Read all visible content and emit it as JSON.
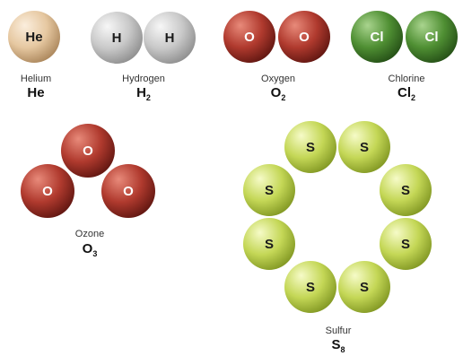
{
  "colors": {
    "helium": {
      "light": "#fbeedd",
      "mid": "#e6c8a1",
      "dark": "#a98459"
    },
    "hydrogen": {
      "light": "#f7f7f7",
      "mid": "#c9c9c9",
      "dark": "#8c8c8c"
    },
    "oxygen": {
      "light": "#e88a7a",
      "mid": "#b03a2e",
      "dark": "#5e1510"
    },
    "chlorine": {
      "light": "#a9d48e",
      "mid": "#4f8f33",
      "dark": "#234d15"
    },
    "sulfur": {
      "light": "#f6fbc8",
      "mid": "#c4d756",
      "dark": "#7f9521"
    },
    "label_on_dark": "#ffffff",
    "label_on_light": "#1a1a1a"
  },
  "molecules": [
    {
      "id": "helium",
      "name": "Helium",
      "formula": "He",
      "subscript": "",
      "atoms": [
        {
          "symbol": "He",
          "color": "helium"
        }
      ]
    },
    {
      "id": "hydrogen",
      "name": "Hydrogen",
      "formula": "H",
      "subscript": "2",
      "atoms": [
        {
          "symbol": "H",
          "color": "hydrogen"
        },
        {
          "symbol": "H",
          "color": "hydrogen"
        }
      ]
    },
    {
      "id": "oxygen",
      "name": "Oxygen",
      "formula": "O",
      "subscript": "2",
      "atoms": [
        {
          "symbol": "O",
          "color": "oxygen"
        },
        {
          "symbol": "O",
          "color": "oxygen"
        }
      ]
    },
    {
      "id": "chlorine",
      "name": "Chlorine",
      "formula": "Cl",
      "subscript": "2",
      "atoms": [
        {
          "symbol": "Cl",
          "color": "chlorine"
        },
        {
          "symbol": "Cl",
          "color": "chlorine"
        }
      ]
    },
    {
      "id": "ozone",
      "name": "Ozone",
      "formula": "O",
      "subscript": "3",
      "atoms": [
        {
          "symbol": "O",
          "color": "oxygen"
        },
        {
          "symbol": "O",
          "color": "oxygen"
        },
        {
          "symbol": "O",
          "color": "oxygen"
        }
      ]
    },
    {
      "id": "sulfur",
      "name": "Sulfur",
      "formula": "S",
      "subscript": "8",
      "atoms": [
        {
          "symbol": "S",
          "color": "sulfur"
        },
        {
          "symbol": "S",
          "color": "sulfur"
        },
        {
          "symbol": "S",
          "color": "sulfur"
        },
        {
          "symbol": "S",
          "color": "sulfur"
        },
        {
          "symbol": "S",
          "color": "sulfur"
        },
        {
          "symbol": "S",
          "color": "sulfur"
        },
        {
          "symbol": "S",
          "color": "sulfur"
        },
        {
          "symbol": "S",
          "color": "sulfur"
        }
      ]
    }
  ]
}
